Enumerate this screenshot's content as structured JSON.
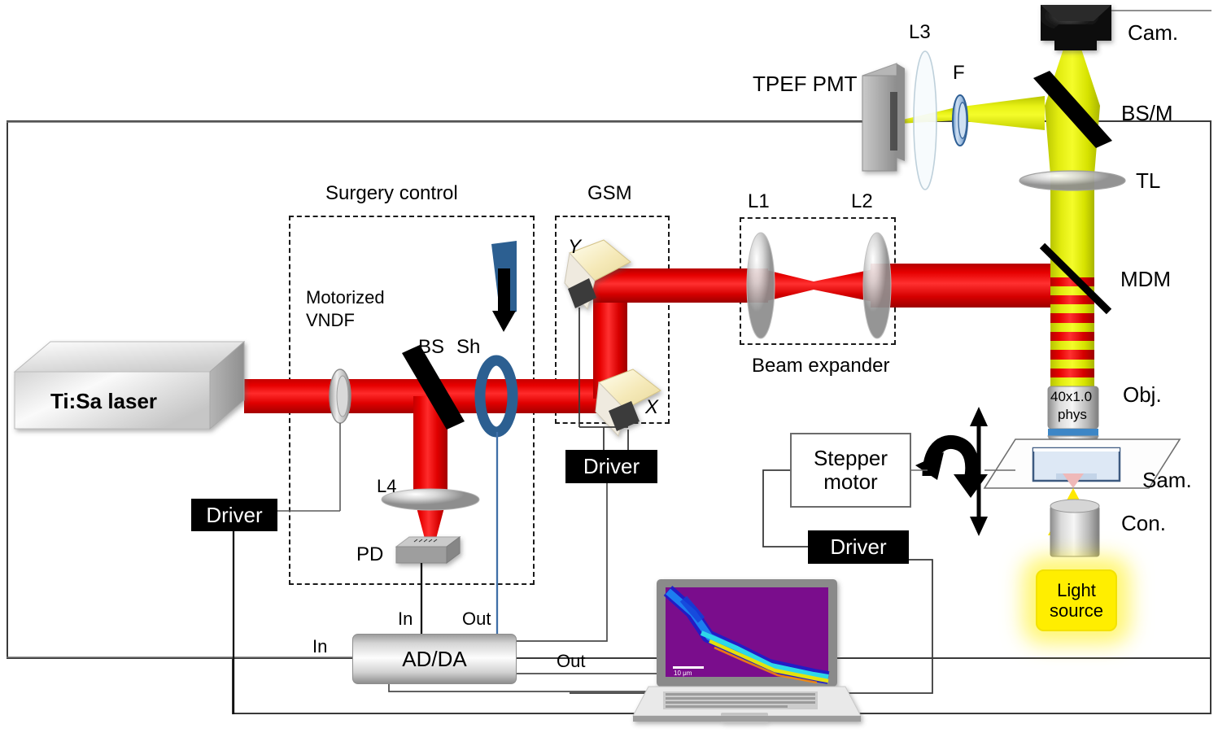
{
  "figure": {
    "type": "optical-setup-schematic",
    "description": "Two-photon laser microsurgery and imaging optical setup schematic"
  },
  "labels": {
    "laser": "Ti:Sa laser",
    "surgery_control": "Surgery control",
    "motorized_vndf": "Motorized\nVNDF",
    "vndf_line1": "Motorized",
    "vndf_line2": "VNDF",
    "bs": "BS",
    "sh": "Sh",
    "l4": "L4",
    "pd": "PD",
    "gsm": "GSM",
    "gsm_y": "Y",
    "gsm_x": "X",
    "l1": "L1",
    "l2": "L2",
    "beam_expander": "Beam expander",
    "l3": "L3",
    "filter": "F",
    "tpef_pmt": "TPEF PMT",
    "cam": "Cam.",
    "bsm": "BS/M",
    "tl": "TL",
    "mdm": "MDM",
    "obj": "Obj.",
    "obj_spec_line1": "40x1.0",
    "obj_spec_line2": "phys",
    "sam": "Sam.",
    "con": "Con.",
    "light_source_line1": "Light",
    "light_source_line2": "source",
    "stepper_line1": "Stepper",
    "stepper_line2": "motor",
    "adda": "AD/DA",
    "driver": "Driver",
    "in": "In",
    "out": "Out",
    "scalebar": "10 μm"
  },
  "drivers": [
    {
      "id": "driver-vndf",
      "label": "Driver"
    },
    {
      "id": "driver-gsm",
      "label": "Driver"
    },
    {
      "id": "driver-stepper",
      "label": "Driver"
    }
  ],
  "io_labels": [
    {
      "id": "pd-in",
      "text": "In"
    },
    {
      "id": "shutter-out",
      "text": "Out"
    },
    {
      "id": "adda-left-in",
      "text": "In"
    },
    {
      "id": "adda-right-out",
      "text": "Out"
    }
  ],
  "colors": {
    "excitation_beam": "#e60000",
    "emission_beam": "#e4ee10",
    "shutter_blue": "#2c5f91",
    "light_source": "#ffee00",
    "driver_box": "#000000",
    "frame": "#3a3a3a",
    "objective_collar": "#3d86c6",
    "laptop_screen_bg": "#7a0a8c"
  }
}
